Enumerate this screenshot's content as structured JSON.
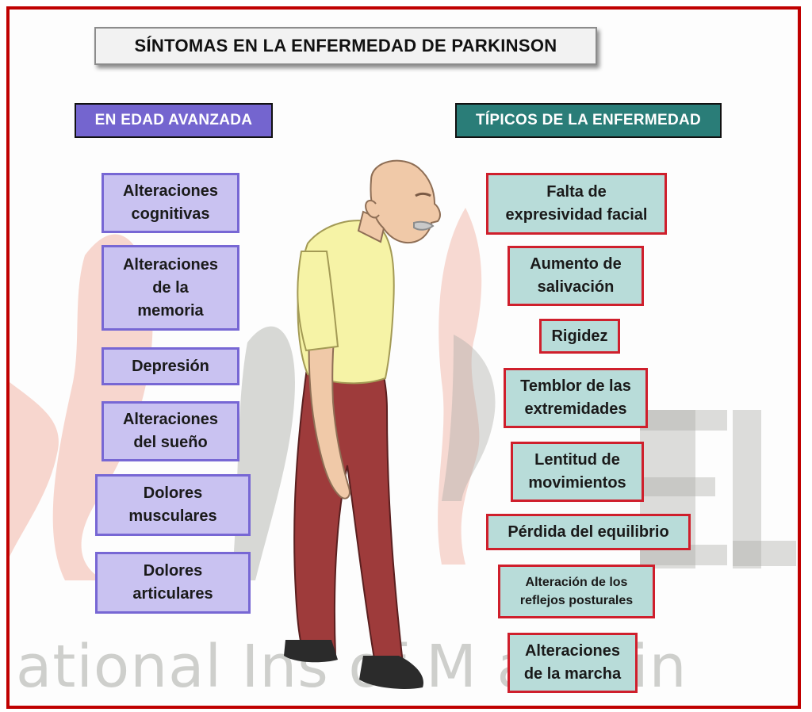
{
  "title": "SÍNTOMAS EN LA ENFERMEDAD DE PARKINSON",
  "left_header": "EN EDAD AVANZADA",
  "right_header": "TÍPICOS DE LA ENFERMEDAD",
  "left_items": [
    [
      "Alteraciones",
      "cognitivas"
    ],
    [
      "Alteraciones",
      "de la",
      "memoria"
    ],
    [
      "Depresión"
    ],
    [
      "Alteraciones",
      "del sueño"
    ],
    [
      "Dolores",
      "musculares"
    ],
    [
      "Dolores",
      "articulares"
    ]
  ],
  "right_items": [
    [
      "Falta de",
      "expresividad facial"
    ],
    [
      "Aumento de",
      "salivación"
    ],
    [
      "Rigidez"
    ],
    [
      "Temblor de las",
      "extremidades"
    ],
    [
      "Lentitud de",
      "movimientos"
    ],
    [
      "Pérdida del equilibrio"
    ],
    [
      "Alteración de los",
      "reflejos posturales"
    ],
    [
      "Alteraciones",
      "de la marcha"
    ]
  ],
  "watermark_text": "ational Ins     of M  atonin",
  "colors": {
    "frame": "#c00000",
    "left_header": "#7465cf",
    "right_header": "#2a7d78",
    "left_box": "#c9c2f1",
    "left_border": "#7767d4",
    "right_box": "#b8dcd9",
    "right_border": "#cf1f2c",
    "shirt": "#f6f3a6",
    "pants": "#9e3b3b",
    "skin": "#f0c9a8"
  }
}
